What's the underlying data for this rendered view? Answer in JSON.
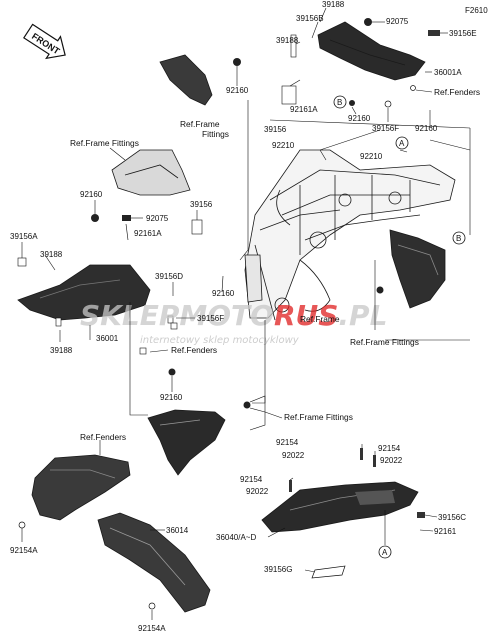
{
  "diagram": {
    "figure_code": "F2610",
    "front_label": "FRONT",
    "watermark": {
      "part1": "SKLEP",
      "part2": "MOTO",
      "part3": "RUS",
      "part4": ".PL",
      "tagline": "internetowy sklep motocyklowy",
      "accent_color": "#e02020",
      "grey_color": "#c8c8c8"
    },
    "labels": {
      "p39188_top": "39188",
      "p39156B": "39156B",
      "p92075_top": "92075",
      "p39188_mid": "39188",
      "p39156E": "39156E",
      "p36001A": "36001A",
      "ref_fenders_top": "Ref.Fenders",
      "p92160_a": "92160",
      "p92161A_a": "92161A",
      "ref_frame_fittings_a_1": "Ref.Frame",
      "ref_frame_fittings_a_2": "Fittings",
      "p39156": "39156",
      "p92160_b": "92160",
      "p39156F_a": "39156F",
      "p92160_c": "92160",
      "p92210_a": "92210",
      "p92210_b": "92210",
      "ref_frame_fittings_b": "Ref.Frame Fittings",
      "p92160_d": "92160",
      "p92075_mid": "92075",
      "p39156_mid": "39156",
      "p92161A_b": "92161A",
      "p39156A": "39156A",
      "p39188_left": "39188",
      "p39156D": "39156D",
      "p92160_e": "92160",
      "p39156F_b": "39156F",
      "p36001": "36001",
      "p39188_low": "39188",
      "ref_fenders_mid": "Ref.Fenders",
      "ref_frame": "Ref.Frame",
      "ref_frame_fittings_c": "Ref.Frame Fittings",
      "p92160_f": "92160",
      "ref_frame_fittings_d": "Ref.Frame Fittings",
      "ref_fenders_low": "Ref.Fenders",
      "p92154_a": "92154",
      "p92022_a": "92022",
      "p92154_b": "92154",
      "p92022_b": "92022",
      "p92154_c": "92154",
      "p92022_c": "92022",
      "p39156C": "39156C",
      "p92161": "92161",
      "p36014": "36014",
      "p36040": "36040/A~D",
      "p92154A_a": "92154A",
      "p39156G": "39156G",
      "p92154A_b": "92154A"
    },
    "callouts": {
      "A": "A",
      "B": "B"
    }
  }
}
